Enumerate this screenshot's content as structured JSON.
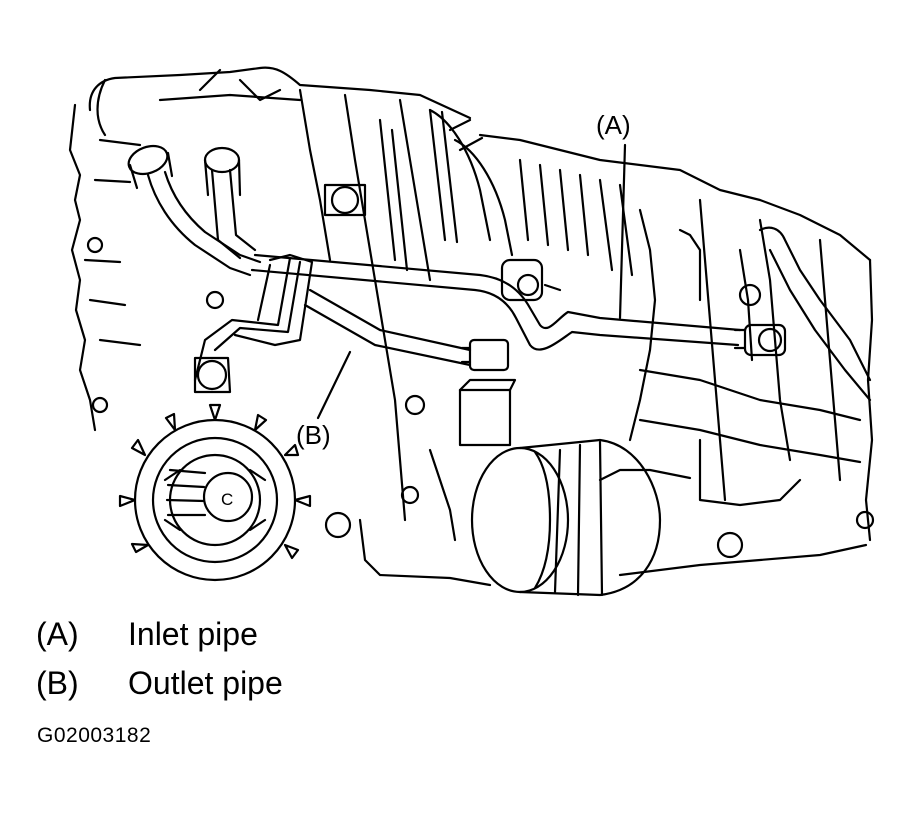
{
  "diagram": {
    "callouts": {
      "a": "(A)",
      "b": "(B)",
      "c": "C"
    }
  },
  "legend": [
    {
      "key": "(A)",
      "label": "Inlet pipe"
    },
    {
      "key": "(B)",
      "label": "Outlet pipe"
    }
  ],
  "figure_id": "G02003182",
  "colors": {
    "line": "#000000",
    "background": "#ffffff"
  }
}
